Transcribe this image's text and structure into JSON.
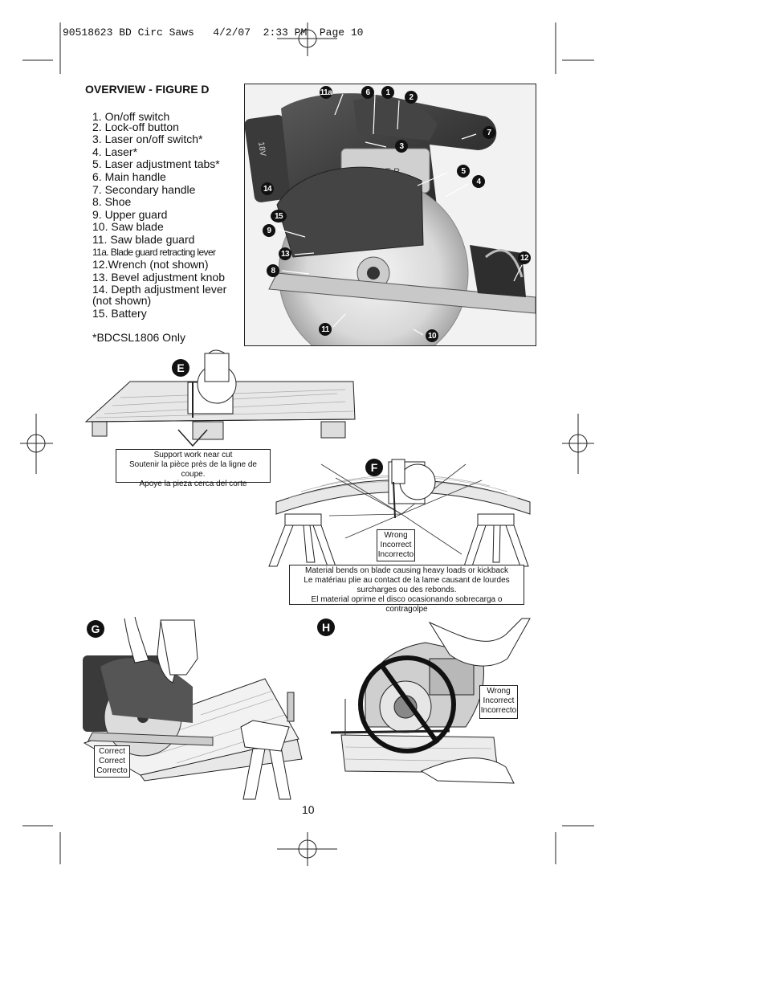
{
  "slug": "90518623 BD Circ Saws   4/2/07  2:33 PM  Page 10",
  "overview": {
    "title": "OVERVIEW - FIGURE D",
    "items": [
      "1. On/off switch",
      "2. Lock-off button",
      "3. Laser on/off switch*",
      "4. Laser*",
      "5. Laser adjustment tabs*",
      "6. Main handle",
      "7. Secondary handle",
      "8. Shoe",
      "9. Upper guard",
      "10. Saw blade",
      "11. Saw blade guard",
      "11a. Blade guard retracting lever",
      "12.Wrench (not shown)",
      "13. Bevel adjustment knob",
      "14. Depth adjustment lever",
      "(not shown)",
      "15. Battery"
    ],
    "footnote": "*BDCSL1806 Only"
  },
  "callouts": [
    "1",
    "2",
    "3",
    "4",
    "5",
    "6",
    "7",
    "8",
    "9",
    "10",
    "11",
    "11a",
    "12",
    "13",
    "14",
    "15"
  ],
  "battery_text": "18V",
  "laser_text": "LASER",
  "figure_e": {
    "letter": "E",
    "caption": [
      "Support work near cut",
      "Soutenir la pièce près de la ligne de coupe.",
      "Apoye la pieza cerca del corte"
    ]
  },
  "figure_f": {
    "letter": "F",
    "wrong": [
      "Wrong",
      "Incorrect",
      "Incorrecto"
    ],
    "caption": [
      "Material bends on blade causing heavy loads or kickback",
      "Le matériau plie au contact de la lame causant de lourdes",
      "surcharges ou des rebonds.",
      "El material oprime el disco ocasionando sobrecarga o contragolpe"
    ]
  },
  "figure_g": {
    "letter": "G",
    "correct": [
      "Correct",
      "Correct",
      "Correcto"
    ]
  },
  "figure_h": {
    "letter": "H",
    "wrong": [
      "Wrong",
      "Incorrect",
      "Incorrecto"
    ]
  },
  "page_number": "10"
}
